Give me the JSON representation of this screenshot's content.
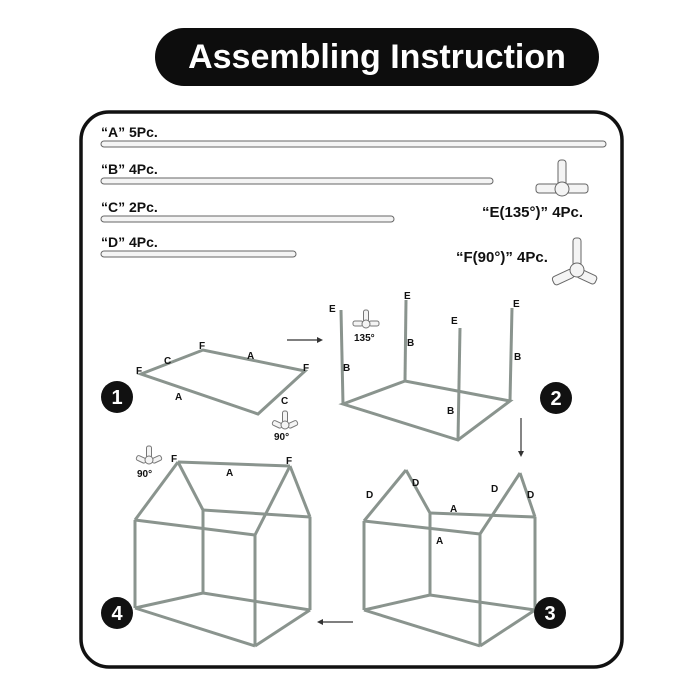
{
  "title": "Assembling Instruction",
  "parts": {
    "a": "“A” 5Pc.",
    "b": "“B” 4Pc.",
    "c": "“C” 2Pc.",
    "d": "“D” 4Pc.",
    "e": "“E(135°)” 4Pc.",
    "f": "“F(90°)” 4Pc."
  },
  "steps": [
    "1",
    "2",
    "3",
    "4"
  ],
  "letters": {
    "a": "A",
    "b": "B",
    "c": "C",
    "d": "D",
    "e": "E",
    "f": "F"
  },
  "angles": {
    "e": "135°",
    "f": "90°"
  },
  "colors": {
    "frame": "#8a948e",
    "tube": "#f4f4f4",
    "ink": "#111111"
  }
}
